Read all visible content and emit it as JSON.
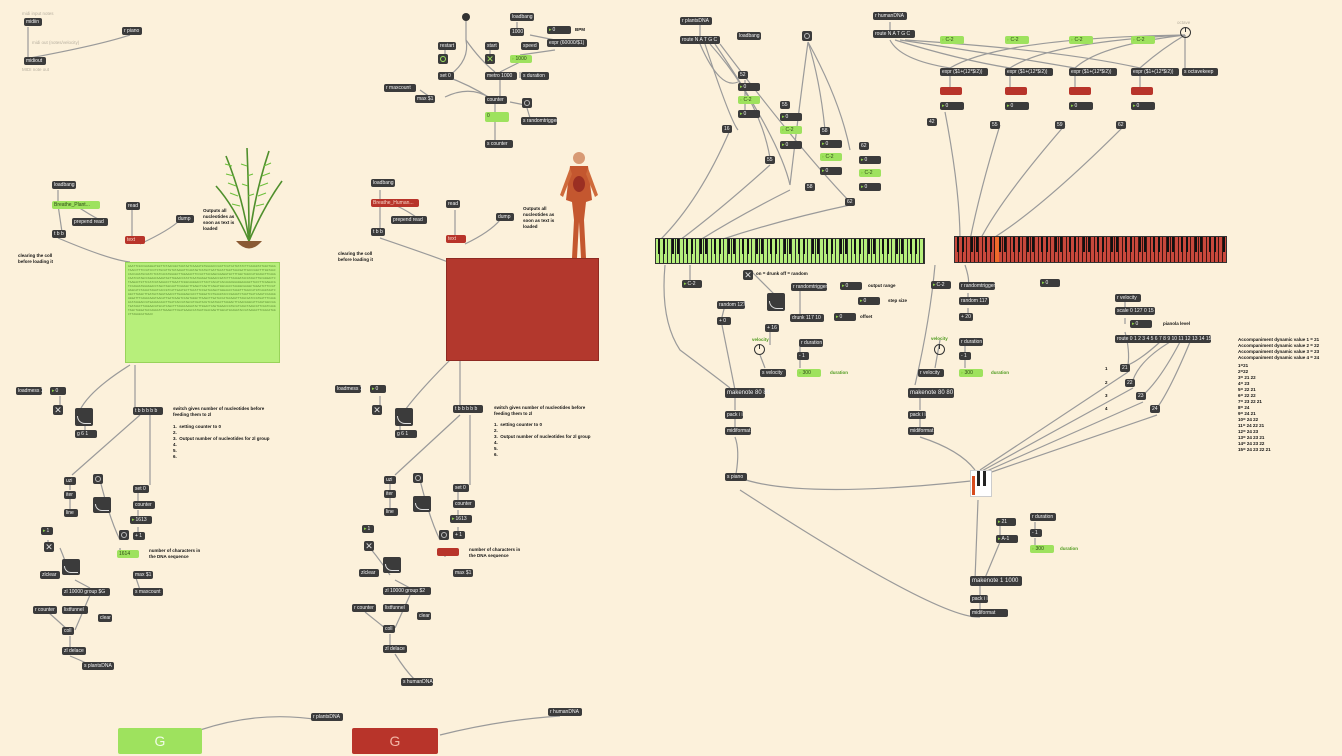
{
  "top_left": {
    "faint1": "midi input notes",
    "midiin": "midiin",
    "rpiano": "r piano",
    "faint2": "midi out (notes/velocity)",
    "midiout": "midiout",
    "faint3": "MIDI note out"
  },
  "plants": {
    "loadbang": "loadbang",
    "file": "Breathe_Plant...",
    "prepend_read": "prepend read",
    "read": "read",
    "dump": "dump",
    "tbb": "t b b",
    "text": "text",
    "desc": "Outputs all\nnucleotides as\nsoon as text is\nloaded",
    "clearing": "clearing the coll\nbefore loading it",
    "loadmess": "loadmess 1",
    "zero": "0",
    "tbbbbb": "t b b b b b",
    "switch_title": "switch gives number of nucleotides before\nfeeding them to zl",
    "switch_list": "1.  setting counter to 0\n2.\n3.  Output number of nucleotides for zl group\n4.\n5.\n6.",
    "gate": "g 6 1",
    "uzi": "uzi",
    "iter": "iter",
    "line": "line",
    "set0": "set 0",
    "counter": "counter",
    "count_val": "1613",
    "plus1": "+ 1",
    "one": "1",
    "count_green": "1614",
    "chars_label": "number of characters in\nthe DNA sequence",
    "zlclear": "zlclear",
    "max": "max $1",
    "zlgroup": "zl 10000 group $G",
    "smaxcount": "s maxcount",
    "rcounter": "r counter",
    "listfunnel": "listfunnel",
    "clear": "clear",
    "coll": "coll",
    "zldelace": "zl delace",
    "send": "s plantsDNA",
    "sequence": "GAATTCGCCGAAGGATGGTTCTAACAGCTAGTAATCAAAATGTGGAACCCAATTCATCATGTATCTTCAAGGTATAGCTGGATAACCTTTCCATCCCTCTGCATTGTATAAGATTCAGTAGTCATGCTAATTGCATTGGTTAACGATTACCCAGCTTTGGTAACCACCAAATGCAATCTCATCACATGGAGCTTAGAAACTTCCACTTACAAGCAAAGGTGCTTTAGCTAGCCATGCAGCTTCAAACAATCATAGCCAGAACAAAGTAGTTGGAACCATATCAATGAAGATAGAACCGATCTTTAAGGATACATAGCTTGCAGGACTCTAAGACTGTTCCATCGTAAGACCTTGAATTCGGCAAGGACCTTACTCACATCACAAACGGAGGAAAAGTTACCTTCAAGACATCCAGAATGGAAGACCTAGCTAGCAATTCGGAGCTTGAGCTCAGTTCAGATGGCAACCTAAGGCGAAGCTAGAATCTTCCATAAGCATCTAAACTAGATCACCGTCATTGAATGCTTACATTCCGATACAGCTAGGAACCTAGGTTTGACCATGTCAAGTAATCGGCTTAAGCTTGATGCTAGGTAAACCTTGAAGAGCACCTTAGGATCCTGAAGTACCCGAAGTCTAGTTGATCAAGTCCAAGGAGGATTTCAGGCAAGTAACATTGATCAAGTCCAGTAGGCTTAAGCTTGATACCATGCAAGTTTAGCAATCCATGATTTCAAGGCATAAGACCATGAAGACAACTTGATCACCATAGCATCGATACGTCAATGGCTTAGGACTTCAACGAGCATTCAGTAGCCAATGATAGCTTAGGAACATGCATCAGCTTTAGGCAAGATACTTGGACTCAGTGGAACCATGCATCAGCTAAGCATTCGATCAAGTAGCTAGGATACCAGGCATTGAAGCTTCGATGAAGCCATGATCGACAAGTTAGCATGCAGGTACCATAAGGCTTCGACATAGCTTAGAGCATGACC"
  },
  "humans": {
    "loadbang": "loadbang",
    "file": "Breathe_Human...",
    "prepend_read": "prepend read",
    "read": "read",
    "dump": "dump",
    "tbb": "t b b",
    "text": "text",
    "desc": "Outputs all\nnucleotides as\nsoon as text is\nloaded",
    "clearing": "clearing the coll\nbefore loading it",
    "loadmess": "loadmess 1",
    "zero": "0",
    "tbbbbb": "t b b b b b",
    "switch_title": "switch gives number of nucleotides before\nfeeding them to zl",
    "switch_list": "1.  setting counter to 0\n2.\n3.  Output number of nucleotides for zl group\n4.\n5.\n6.",
    "gate": "g 6 1",
    "uzi": "uzi",
    "iter": "iter",
    "line": "line",
    "set0": "set 0",
    "counter": "counter",
    "count_val": "1613",
    "plus1": "+ 1",
    "one": "1",
    "chars_label": "number of characters in\nthe DNA sequence",
    "zlclear": "zlclear",
    "max": "max $1",
    "zlgroup": "zl 10000 group $2",
    "rcounter": "r counter",
    "listfunnel": "listfunnel",
    "clear": "clear",
    "coll": "coll",
    "zldelace": "zl delace",
    "send": "s humanDNA"
  },
  "metro": {
    "loadbang": "loadbang",
    "restart": "restart",
    "start": "start",
    "speed": "speed",
    "bpm_val": "0",
    "bpm_label": "BPM",
    "val1000": "1000",
    "expr": "expr (60000/$1)",
    "val1000b": "1000",
    "set0": "set 0",
    "metro": "metro 1000",
    "sduration": "s duration",
    "rmaxcount": "r maxcount",
    "max": "max $1",
    "counter": "counter",
    "cnt_val": "0",
    "srandomtrigger": "s randomtrigger",
    "scounter": "s counter"
  },
  "plants_right": {
    "r": "r plantsDNA",
    "route": "route N A T G C",
    "loadbang": "loadbang",
    "nums": [
      "52",
      "0",
      "C-2",
      "0",
      "55",
      "0",
      "C-2",
      "0",
      "58",
      "0",
      "C-2",
      "0",
      "62",
      "0",
      "C-2",
      "0",
      "16",
      "55",
      "58",
      "62"
    ],
    "note": "C-2",
    "oncrunk": "on = drunk off = random",
    "rrandomtrigger": "r randomtrigger",
    "out_range_val": "0",
    "out_range": "output range",
    "step_val": "0",
    "step": "step size",
    "random": "random 127",
    "drunk": "drunk 117 10",
    "offset_val": "0",
    "offset": "offset",
    "plus0": "+ 0",
    "plus16": "+ 16",
    "velocity_label": "velocity",
    "svelocity": "s velocity",
    "rduration": "r duration",
    "minus1": "- 1",
    "dur_val": "300",
    "duration": "duration",
    "makenote": "makenote 80 80",
    "pack": "pack i i",
    "midiformat": "midiformat",
    "spiano": "s piano"
  },
  "humans_right": {
    "r": "r humanDNA",
    "route": "route N A T G C",
    "c2": [
      "C-2",
      "C-2",
      "C-2",
      "C-2"
    ],
    "expr1": "expr ($1+(12*$i2))",
    "expr2": "expr ($1+(12*$i2))",
    "expr3": "expr ($1+(12*$i2))",
    "expr4": "expr ($1+(12*$i2))",
    "soctavekeep": "s octavekeep",
    "octave_label": "octave",
    "nums": [
      "0",
      "0",
      "0",
      "0",
      "42",
      "55",
      "59",
      "62"
    ],
    "note": "C-2",
    "rrandomtrigger": "r randomtrigger",
    "random": "random 117",
    "plus20": "+ 20",
    "zero": "0",
    "velocity_label": "velocity",
    "rvelocity": "r velocity",
    "rduration": "r duration",
    "minus1": "- 1",
    "dur_val": "300",
    "duration": "duration",
    "makenote": "makenote 80 80",
    "pack": "pack i i",
    "midiformat": "midiformat"
  },
  "accomp": {
    "rvelocity": "r velocity",
    "scale": "scale 0 127 0 15",
    "level_val": "0",
    "level": "pianola level",
    "route": "route 0 1 2 3 4 5 6 7 8 9 10 11 12 13 14 15",
    "n1": "21",
    "n2": "22",
    "n3": "23",
    "n4": "24",
    "idx": [
      "1",
      "2",
      "3",
      "4"
    ],
    "n21": "21",
    "a1": "A-1",
    "rduration": "r duration",
    "minus1": "- 1",
    "dur_val": "300",
    "duration": "duration",
    "makenote": "makenote 1 1000",
    "pack": "pack i i",
    "midiformat": "midiformat",
    "legend_title": "Accompaniment dynamic value 1 = 21\nAccompaniment dynamic value 2 = 22\nAccompaniment dynamic value 3 = 23\nAccompaniment dynamic value 4 = 24",
    "legend_map": "1=21\n2=22\n3= 21 22\n4= 23\n5= 22 21\n6= 22 22\n7= 23 22 21\n8= 24\n9= 24 21\n10= 24 22\n11= 24 22 21\n12= 24 23\n13= 24 23 21\n14= 24 23 22\n15= 24 23 22 21"
  },
  "bottom": {
    "rplants": "r plantsDNA",
    "g_label": "G",
    "rhuman": "r humanDNA",
    "r_label": "G"
  },
  "colors": {
    "background": "#fcf1db",
    "object": "#3b3b3b",
    "green": "#9ee25e",
    "red": "#b8342a"
  }
}
